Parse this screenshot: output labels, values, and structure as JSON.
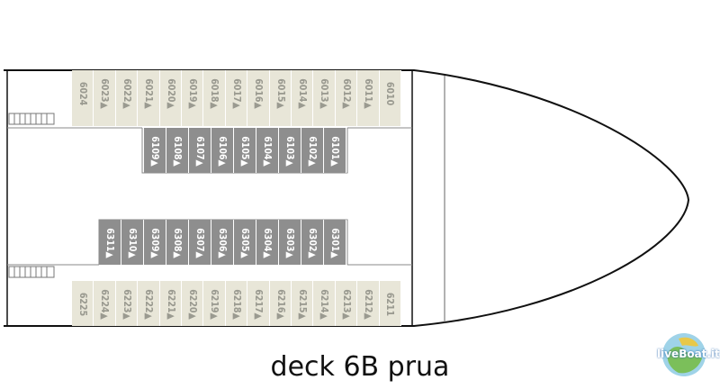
{
  "title": "deck 6B prua",
  "logo": {
    "text": "liveBoat.it"
  },
  "colors": {
    "hull_line": "#111111",
    "corridor": "#ffffff",
    "cabin_light": "#e8e6d8",
    "cabin_dark": "#8e8e8e",
    "cabin_text": "#ffffff"
  },
  "rows": [
    {
      "name": "row-6000",
      "cabins": [
        {
          "label": "6024",
          "style": "light"
        },
        {
          "label": "6023▲",
          "style": "light"
        },
        {
          "label": "6022▲",
          "style": "light"
        },
        {
          "label": "6021▲",
          "style": "light"
        },
        {
          "label": "6020▲",
          "style": "light"
        },
        {
          "label": "6019▲",
          "style": "light"
        },
        {
          "label": "6018▲",
          "style": "light"
        },
        {
          "label": "6017▲",
          "style": "light"
        },
        {
          "label": "6016▲",
          "style": "light"
        },
        {
          "label": "6015▲",
          "style": "light"
        },
        {
          "label": "6014▲",
          "style": "light"
        },
        {
          "label": "6013▲",
          "style": "light"
        },
        {
          "label": "6012▲",
          "style": "light"
        },
        {
          "label": "6011▲",
          "style": "light"
        },
        {
          "label": "6010",
          "style": "light"
        }
      ]
    },
    {
      "name": "row-6100",
      "cabins": [
        {
          "label": "6109▲",
          "style": "dark"
        },
        {
          "label": "6108▲",
          "style": "dark"
        },
        {
          "label": "6107▲",
          "style": "dark"
        },
        {
          "label": "6106▲",
          "style": "dark"
        },
        {
          "label": "6105▲",
          "style": "dark"
        },
        {
          "label": "6104▲",
          "style": "dark"
        },
        {
          "label": "6103▲",
          "style": "dark"
        },
        {
          "label": "6102▲",
          "style": "dark"
        },
        {
          "label": "6101▲",
          "style": "dark"
        }
      ]
    },
    {
      "name": "row-6300",
      "cabins": [
        {
          "label": "6311▲",
          "style": "dark"
        },
        {
          "label": "6310▲",
          "style": "dark"
        },
        {
          "label": "6309▲",
          "style": "dark"
        },
        {
          "label": "6308▲",
          "style": "dark"
        },
        {
          "label": "6307▲",
          "style": "dark"
        },
        {
          "label": "6306▲",
          "style": "dark"
        },
        {
          "label": "6305▲",
          "style": "dark"
        },
        {
          "label": "6304▲",
          "style": "dark"
        },
        {
          "label": "6303▲",
          "style": "dark"
        },
        {
          "label": "6302▲",
          "style": "dark"
        },
        {
          "label": "6301▲",
          "style": "dark"
        }
      ]
    },
    {
      "name": "row-6200",
      "cabins": [
        {
          "label": "6225",
          "style": "light"
        },
        {
          "label": "6224▲",
          "style": "light"
        },
        {
          "label": "6223▲",
          "style": "light"
        },
        {
          "label": "6222▲",
          "style": "light"
        },
        {
          "label": "6221▲",
          "style": "light"
        },
        {
          "label": "6220▲",
          "style": "light"
        },
        {
          "label": "6219▲",
          "style": "light"
        },
        {
          "label": "6218▲",
          "style": "light"
        },
        {
          "label": "6217▲",
          "style": "light"
        },
        {
          "label": "6216▲",
          "style": "light"
        },
        {
          "label": "6215▲",
          "style": "light"
        },
        {
          "label": "6214▲",
          "style": "light"
        },
        {
          "label": "6213▲",
          "style": "light"
        },
        {
          "label": "6212▲",
          "style": "light"
        },
        {
          "label": "6211",
          "style": "light"
        }
      ]
    }
  ]
}
